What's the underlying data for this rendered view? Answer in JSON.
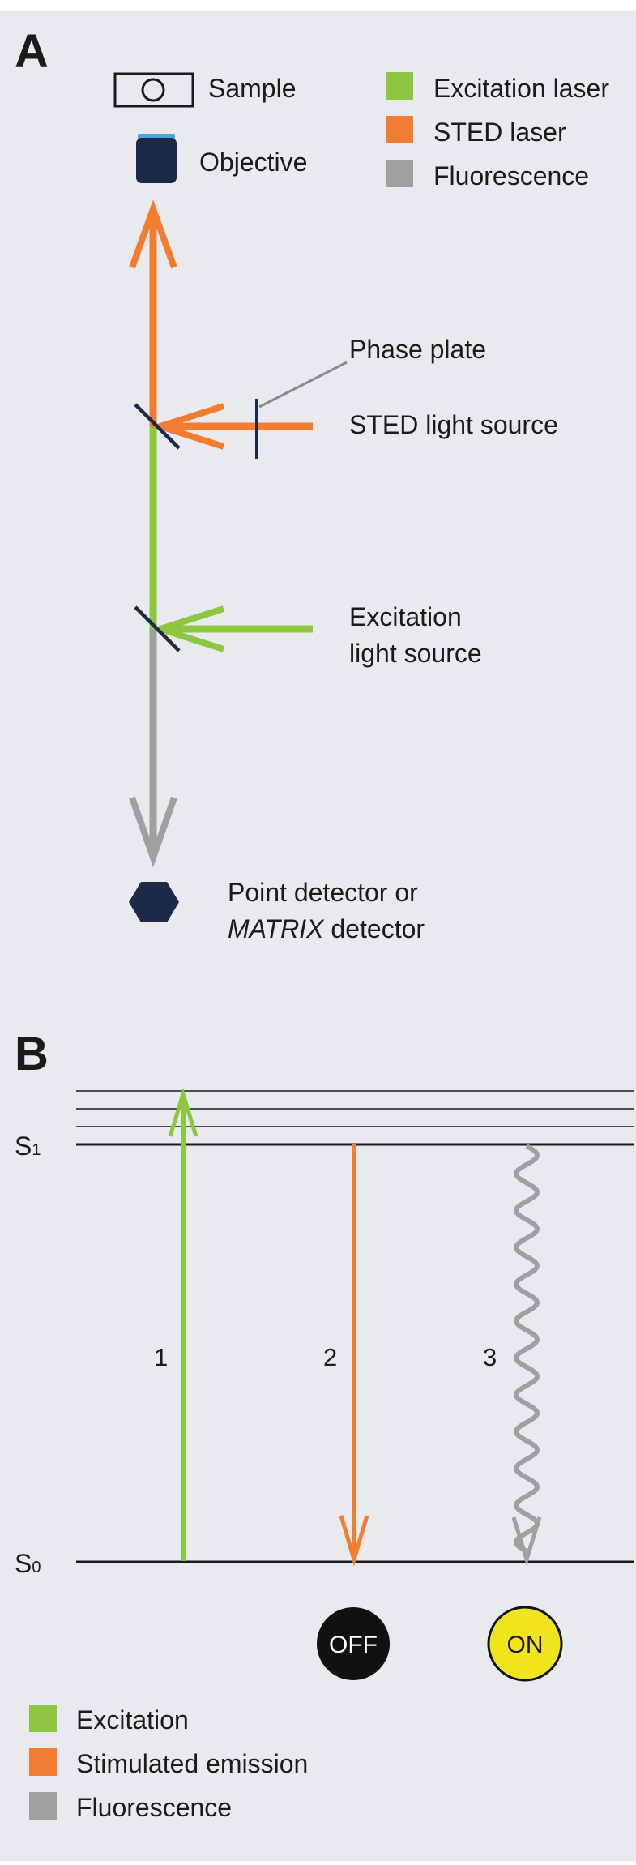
{
  "panel_a": {
    "letter": "A",
    "legend": [
      {
        "label": "Excitation laser",
        "color": "#8dc63f"
      },
      {
        "label": "STED laser",
        "color": "#f47c30"
      },
      {
        "label": "Fluorescence",
        "color": "#a0a0a0"
      }
    ],
    "labels": {
      "sample": "Sample",
      "objective": "Objective",
      "phase_plate": "Phase plate",
      "sted_source": "STED light source",
      "excitation_source_line1": "Excitation",
      "excitation_source_line2": "light source",
      "detector_line1": "Point detector or",
      "detector_line2_italic": "MATRIX",
      "detector_line2_rest": " detector"
    }
  },
  "panel_b": {
    "letter": "B",
    "levels": {
      "s1": "S",
      "s1_sub": "1",
      "s0": "S",
      "s0_sub": "0"
    },
    "transitions": [
      {
        "number": "1",
        "kind": "Excitation",
        "color": "#8dc63f"
      },
      {
        "number": "2",
        "kind": "Stimulated emission",
        "color": "#f47c30"
      },
      {
        "number": "3",
        "kind": "Fluorescence",
        "color": "#a0a0a0"
      }
    ],
    "badges": {
      "off": "OFF",
      "on": "ON"
    },
    "legend": [
      {
        "label": "Excitation",
        "color": "#8dc63f"
      },
      {
        "label": "Stimulated emission",
        "color": "#f47c30"
      },
      {
        "label": "Fluorescence",
        "color": "#a0a0a0"
      }
    ]
  },
  "colors": {
    "background": "#e9eaee",
    "green": "#8dc63f",
    "orange": "#f47c30",
    "gray": "#a0a0a0",
    "navy": "#1b2a47",
    "on_yellow": "#f0e51c"
  }
}
